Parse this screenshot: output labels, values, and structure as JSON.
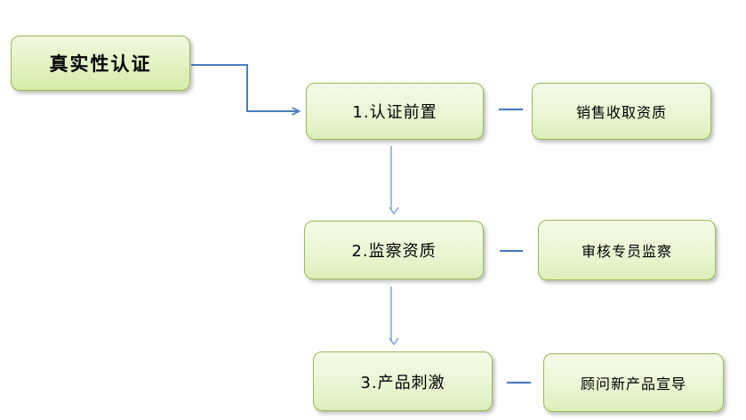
{
  "diagram": {
    "title": {
      "label": "真实性认证"
    },
    "steps": [
      {
        "label": "1.认证前置",
        "detail": "销售收取资质"
      },
      {
        "label": "2.监察资质",
        "detail": "审核专员监察"
      },
      {
        "label": "3.产品刺激",
        "detail": "顾问新产品宣导"
      }
    ],
    "colors": {
      "node_fill_top": "#f4fae9",
      "node_fill_bottom": "#dcefba",
      "node_border": "#9aba51",
      "connector_dark_blue": "#4a7ebb",
      "connector_light_blue": "#8aaad7",
      "text": "#000000",
      "background": "#ffffff"
    }
  }
}
